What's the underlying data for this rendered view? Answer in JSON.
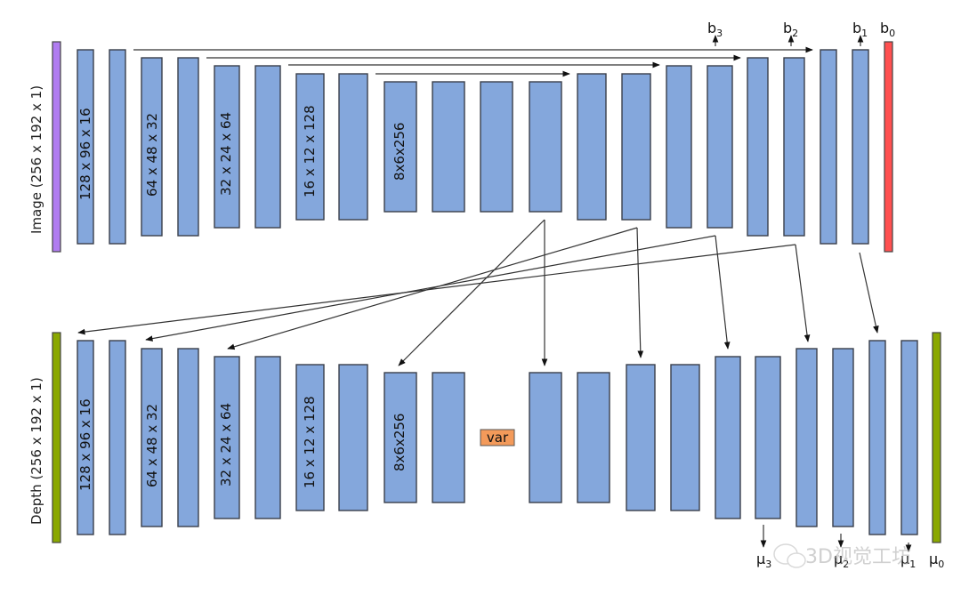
{
  "diagram": {
    "encoder_input_label": "Image (256 x 192 x 1)",
    "decoder_input_label": "Depth (256 x 192 x 1)",
    "encoder_input_color": "#b07cf0",
    "encoder_output_color": "#ff5050",
    "decoder_output_color": "#8aa800",
    "block_color": "#84a7dc",
    "var_color": "#f39a5a",
    "var_label": "var",
    "stage_labels": [
      "128 x 96 x 16",
      "64 x 48 x 32",
      "32 x 24 x 64",
      "16 x 12 x 128",
      "8x6x256"
    ],
    "top_outputs": [
      {
        "base": "b",
        "sub": "3"
      },
      {
        "base": "b",
        "sub": "2"
      },
      {
        "base": "b",
        "sub": "1"
      },
      {
        "base": "b",
        "sub": "0"
      }
    ],
    "bottom_outputs": [
      {
        "base": "μ",
        "sub": "3"
      },
      {
        "base": "μ",
        "sub": "2"
      },
      {
        "base": "μ",
        "sub": "1"
      },
      {
        "base": "μ",
        "sub": "0"
      }
    ],
    "watermark": "3D视觉工坊"
  }
}
